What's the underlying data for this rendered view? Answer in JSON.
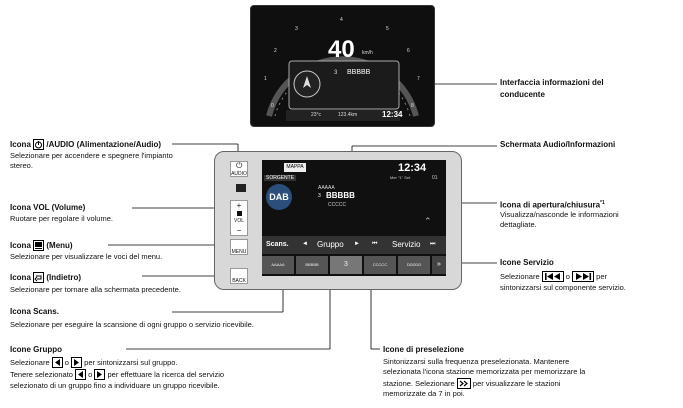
{
  "cluster": {
    "speed": "40",
    "unit": "km/h",
    "station_no": "3",
    "station": "BBBBB",
    "temp": "23°c",
    "distance": "123.4km",
    "clock": "12:34",
    "scale": [
      "0",
      "1",
      "2",
      "3",
      "4",
      "5",
      "6",
      "7",
      "8"
    ]
  },
  "screen": {
    "mappa": "MAPPA",
    "clock": "12:34",
    "date": "Mer \"1\" Set",
    "ch": "01",
    "sorgente": "SORGENTE",
    "station1": "AAAAA",
    "station_no": "3",
    "station2": "BBBBB",
    "station3": "CCCCC",
    "dab": "DAB",
    "scans": "Scans.",
    "gruppo": "Gruppo",
    "servizio": "Servizio",
    "presets": [
      "AAAAA",
      "BBBBB",
      "3",
      "CCCCC",
      "DDDDD"
    ],
    "more": "»"
  },
  "side_buttons": {
    "audio": "AUDIO",
    "vol": "VOL",
    "menu": "MENU",
    "back": "BACK"
  },
  "annotations": {
    "icona_audio": {
      "title_prefix": "Icona",
      "title": "/AUDIO (Alimentazione/Audio)",
      "desc": "Selezionare per accendere e spegnere l'impianto stereo."
    },
    "icona_vol": {
      "title": "Icona VOL (Volume)",
      "desc": "Ruotare per regolare il volume."
    },
    "icona_menu": {
      "title_prefix": "Icona",
      "title": "(Menu)",
      "desc": "Selezionare per visualizzare le voci del menu."
    },
    "icona_back": {
      "title_prefix": "Icona",
      "title": "(Indietro)",
      "desc": "Selezionare per tornare alla schermata precedente."
    },
    "icona_scans": {
      "title": "Icona Scans.",
      "desc": "Selezionare per eseguire la scansione di ogni gruppo o servizio ricevibile."
    },
    "icone_gruppo": {
      "title": "Icone Gruppo",
      "l1_a": "Selezionare",
      "l1_b": "o",
      "l1_c": "per sintonizzarsi sul gruppo.",
      "l2_a": "Tenere selezionato",
      "l2_b": "o",
      "l2_c": "per effettuare la ricerca del servizio",
      "l3": "selezionato di un gruppo fino a individuare un gruppo ricevibile."
    },
    "interfaccia": {
      "title1": "Interfaccia informazioni del",
      "title2": "conducente"
    },
    "schermata": {
      "title": "Schermata Audio/Informazioni"
    },
    "apertura": {
      "title": "Icona di apertura/chiusura",
      "sup": "*1",
      "desc1": "Visualizza/nasconde le informazioni",
      "desc2": "dettagliate."
    },
    "servizio": {
      "title": "Icone Servizio",
      "l1_a": "Selezionare",
      "l1_b": "o",
      "l1_c": "per",
      "l2": "sintonizzarsi sul componente servizio."
    },
    "preselezione": {
      "title": "Icone di preselezione",
      "l1": "Sintonizzarsi sulla frequenza preselezionata. Mantenere",
      "l2": "selezionata l'icona stazione memorizzata per memorizzare la",
      "l3_a": "stazione. Selezionare",
      "l3_b": "per visualizzare le stazioni",
      "l4": "memorizzate da 7 in poi."
    }
  }
}
